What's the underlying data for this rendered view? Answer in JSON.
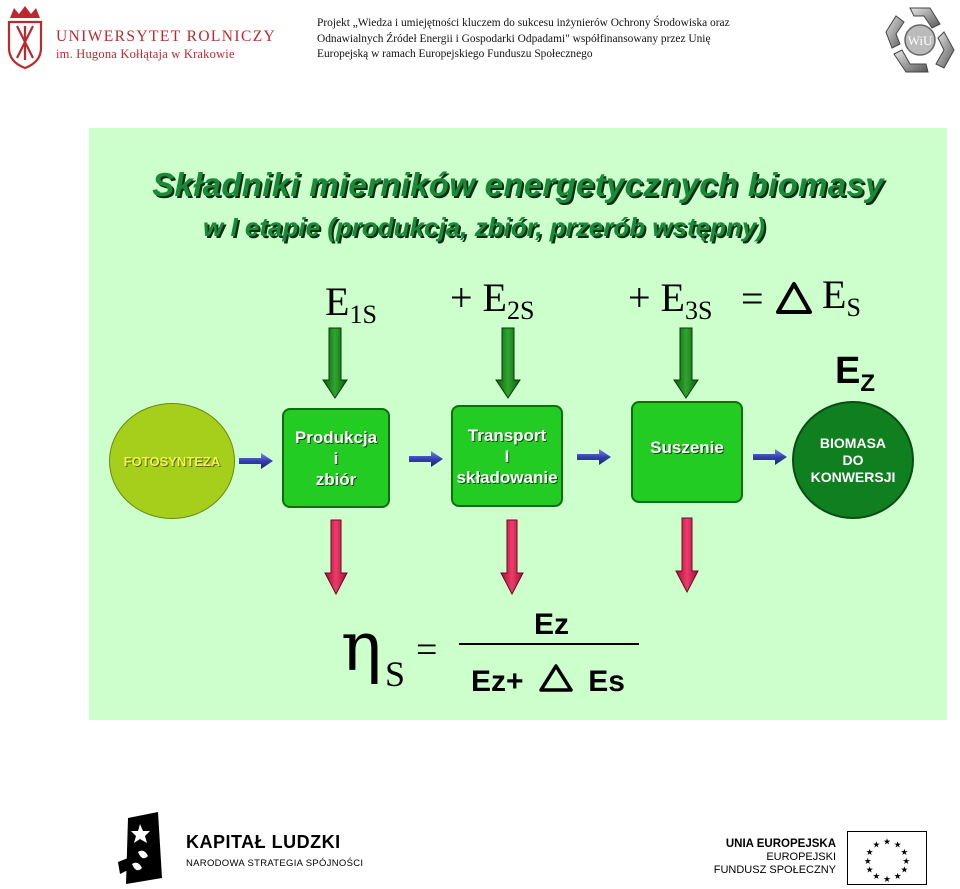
{
  "header": {
    "university_name": "UNIWERSYTET ROLNICZY",
    "university_subtitle": "im. Hugona Kołłątaja w Krakowie",
    "project_text": "Projekt „Wiedza i umiejętności kluczem do sukcesu inżynierów Ochrony Środowiska oraz Odnawialnych Źródeł Energii i Gospodarki Odpadami\" współfinansowany przez Unię Europejską w ramach Europejskiego Funduszu Społecznego",
    "wiu_logo_text": "WiU"
  },
  "slide": {
    "title_line1": "Składniki mierników energetycznych biomasy",
    "title_line2": "w I etapie (produkcja, zbiór, przerób wstępny)",
    "equation": {
      "e1_base": "E",
      "e1_sub": "1S",
      "plus1": "+ E",
      "e2_sub": "2S",
      "plus2": "+ E",
      "e3_sub": "3S",
      "equals": "=",
      "es_base": "E",
      "es_sub": "S",
      "ez_base": "E",
      "ez_sub": "Z"
    },
    "flow": {
      "fotosynteza": "FOTOSYNTEZA",
      "produkcja": [
        "Produkcja",
        "i",
        "zbiór"
      ],
      "transport": [
        "Transport",
        "I",
        "składowanie"
      ],
      "suszenie": "Suszenie",
      "biomasa": [
        "BIOMASA",
        "DO",
        "KONWERSJI"
      ]
    },
    "formula": {
      "eta": "η",
      "eta_sub": "S",
      "equals": "=",
      "numerator": "Ez",
      "denominator_prefix": "Ez+",
      "denominator_suffix": "Es"
    },
    "colors": {
      "background": "#ccffcc",
      "box_green": "#22cc22",
      "arrow_dark_green": "#1e8c1e",
      "arrow_pink": "#e8245a"
    }
  },
  "footer": {
    "kl_title": "KAPITAŁ LUDZKI",
    "kl_subtitle": "NARODOWA STRATEGIA SPÓJNOŚCI",
    "eu_line1": "UNIA EUROPEJSKA",
    "eu_line2": "EUROPEJSKI",
    "eu_line3": "FUNDUSZ SPOŁECZNY"
  }
}
